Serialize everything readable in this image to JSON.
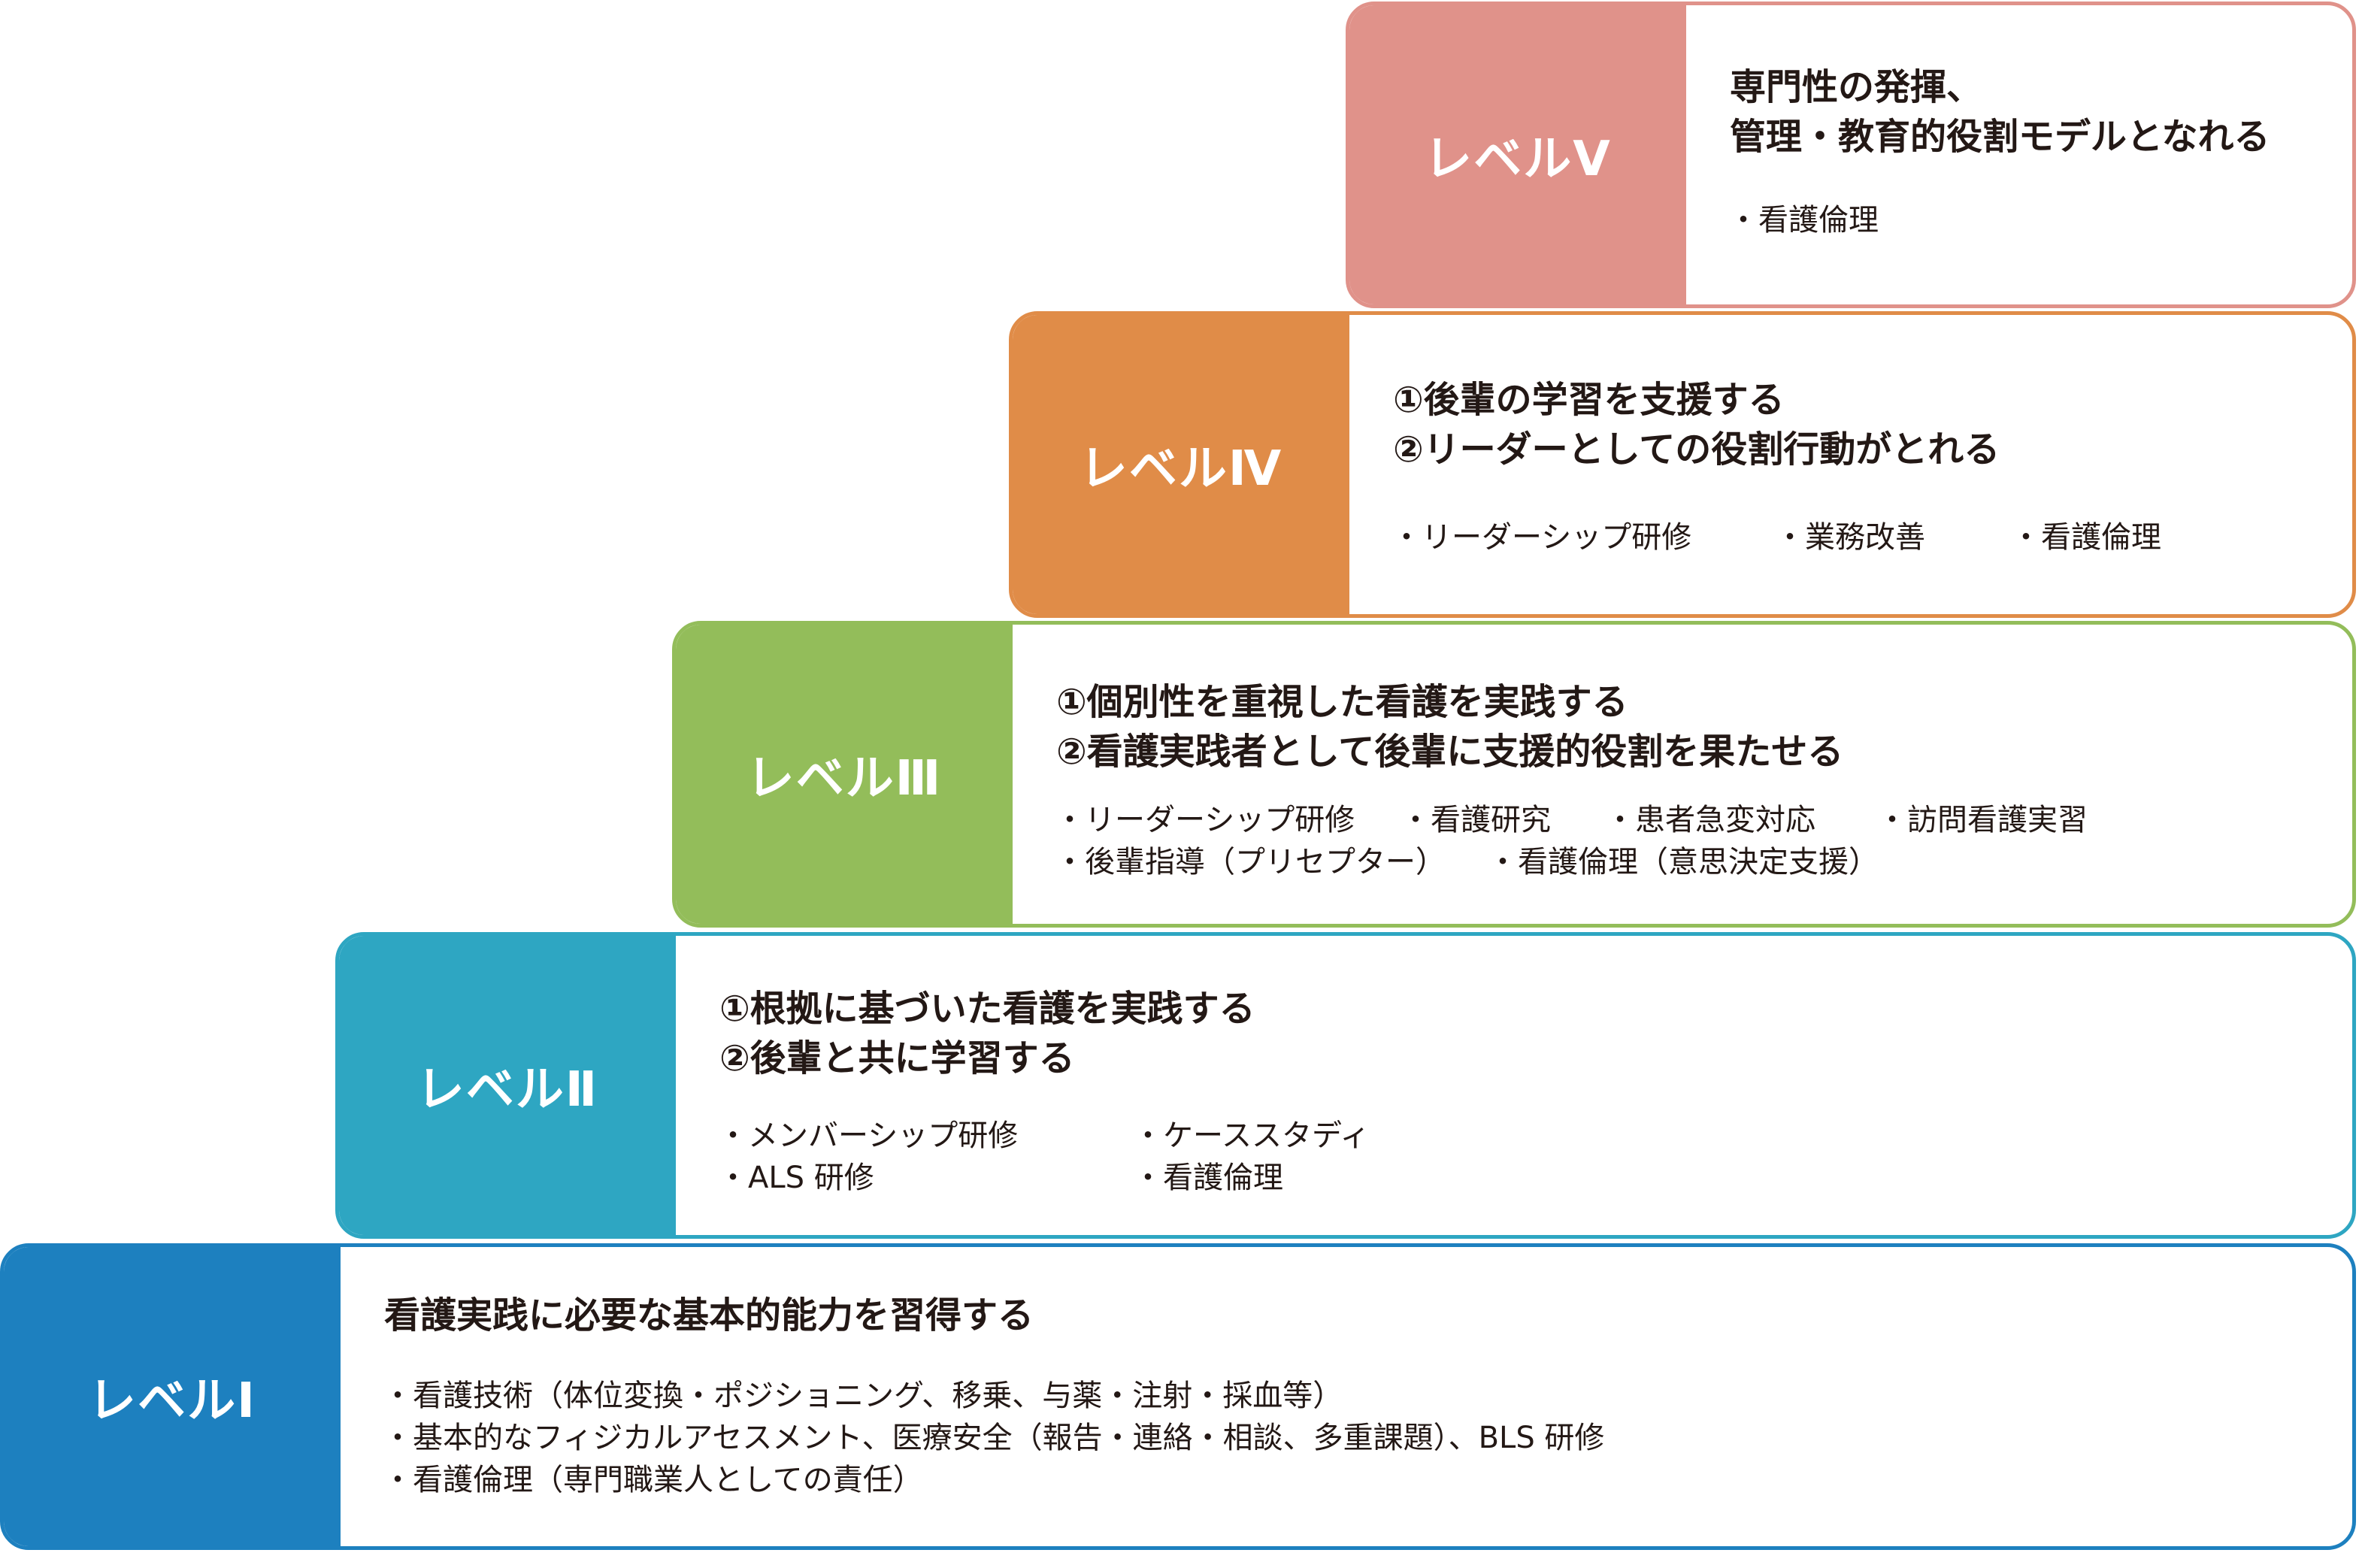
{
  "levels": [
    {
      "label": "レベルⅤ",
      "color": "#e0928a",
      "goals": [
        "専門性の発揮、",
        "管理・教育的役割モデルとなれる"
      ],
      "items": [
        [
          "・看護倫理"
        ]
      ]
    },
    {
      "label": "レベルⅣ",
      "color": "#e08c48",
      "goals": [
        "①後輩の学習を支援する",
        "②リーダーとしての役割行動がとれる"
      ],
      "items": [
        [
          "・リーダーシップ研修",
          "・業務改善",
          "・看護倫理"
        ]
      ]
    },
    {
      "label": "レベルⅢ",
      "color": "#93bd5a",
      "goals": [
        "①個別性を重視した看護を実践する",
        "②看護実践者として後輩に支援的役割を果たせる"
      ],
      "items": [
        [
          "・リーダーシップ研修",
          "・看護研究",
          "・患者急変対応",
          "・訪問看護実習"
        ],
        [
          "・後輩指導（プリセプター）",
          "・看護倫理（意思決定支援）"
        ]
      ]
    },
    {
      "label": "レベルⅡ",
      "color": "#2ea6c2",
      "goals": [
        "①根拠に基づいた看護を実践する",
        "②後輩と共に学習する"
      ],
      "items": [
        [
          "・メンバーシップ研修",
          "・ケーススタディ"
        ],
        [
          "・ALS 研修",
          "・看護倫理"
        ]
      ]
    },
    {
      "label": "レベルⅠ",
      "color": "#1d80bf",
      "goals": [
        "看護実践に必要な基本的能力を習得する"
      ],
      "items": [
        [
          "・看護技術（体位変換・ポジショニング、移乗、与薬・注射・採血等）"
        ],
        [
          "・基本的なフィジカルアセスメント、医療安全（報告・連絡・相談、多重課題）、BLS 研修"
        ],
        [
          "・看護倫理（専門職業人としての責任）"
        ]
      ]
    }
  ]
}
